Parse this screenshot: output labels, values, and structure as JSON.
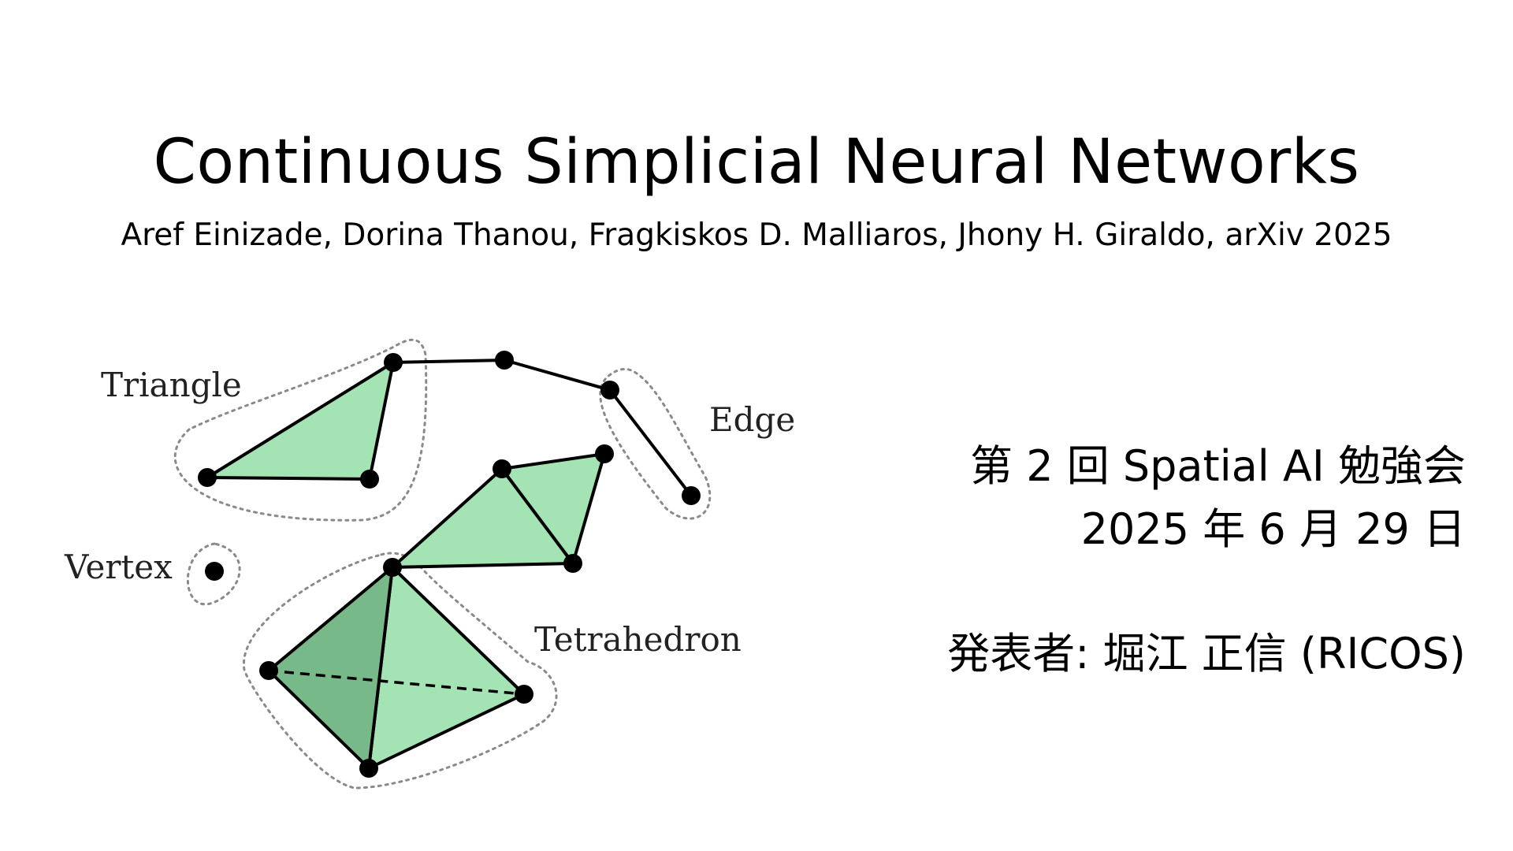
{
  "slide": {
    "title": "Continuous Simplicial Neural Networks",
    "authors": "Aref Einizade, Dorina Thanou, Fragkiskos D. Malliaros, Jhony H. Giraldo, arXiv 2025",
    "event": "第 2 回 Spatial AI 勉強会",
    "date": "2025 年 6 月 29 日",
    "presenter": "発表者: 堀江 正信 (RICOS)"
  },
  "diagram": {
    "labels": {
      "triangle": "Triangle",
      "edge": "Edge",
      "vertex": "Vertex",
      "tetrahedron": "Tetrahedron"
    },
    "colors": {
      "face_light": "#a3e3b4",
      "face_dark": "#78b98a",
      "dotted_outline": "#8a8a8a",
      "node": "#000000"
    }
  }
}
